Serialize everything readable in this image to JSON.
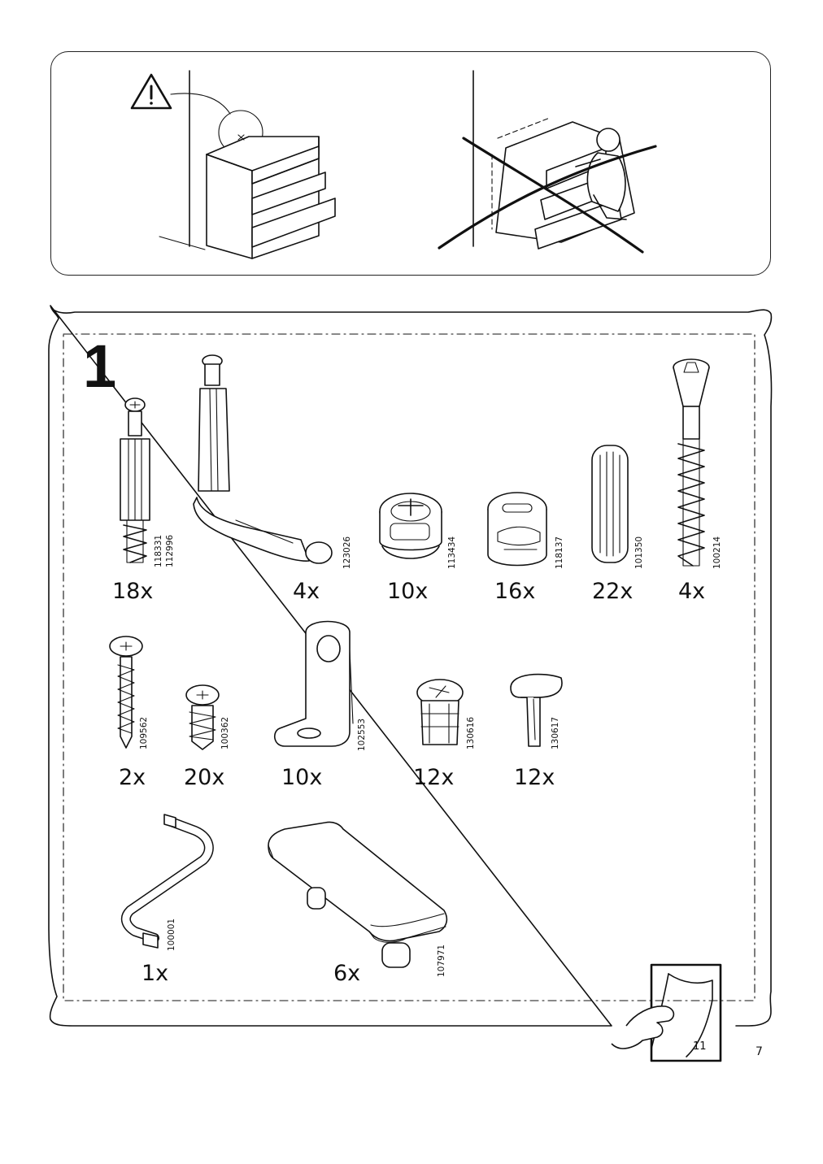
{
  "step": {
    "number": "1"
  },
  "parts_row1": [
    {
      "qty": "18x",
      "codes": [
        "118331",
        "112996"
      ],
      "icon": "cam-bolt-icon"
    },
    {
      "qty": "4x",
      "codes": [
        "123026"
      ],
      "icon": "angled-connector-icon"
    },
    {
      "qty": "10x",
      "codes": [
        "113434"
      ],
      "icon": "cam-lock-nut-icon"
    },
    {
      "qty": "16x",
      "codes": [
        "118137"
      ],
      "icon": "cam-lock-nut-alt-icon"
    },
    {
      "qty": "22x",
      "codes": [
        "101350"
      ],
      "icon": "wooden-dowel-icon"
    },
    {
      "qty": "4x",
      "codes": [
        "100214"
      ],
      "icon": "long-screw-icon"
    }
  ],
  "parts_row2": [
    {
      "qty": "2x",
      "codes": [
        "109562"
      ],
      "icon": "wood-screw-icon"
    },
    {
      "qty": "20x",
      "codes": [
        "100362"
      ],
      "icon": "short-screw-icon"
    },
    {
      "qty": "10x",
      "codes": [
        "102553"
      ],
      "icon": "angle-bracket-icon"
    },
    {
      "qty": "12x",
      "codes": [
        "130616"
      ],
      "icon": "plug-insert-icon"
    },
    {
      "qty": "12x",
      "codes": [
        "130617"
      ],
      "icon": "shelf-pin-icon"
    }
  ],
  "parts_row3": [
    {
      "qty": "1x",
      "codes": [
        "100001"
      ],
      "icon": "allen-key-icon"
    },
    {
      "qty": "6x",
      "codes": [
        "107971"
      ],
      "icon": "drawer-stop-icon"
    }
  ],
  "next_page_ref": "11",
  "page_number": "7"
}
